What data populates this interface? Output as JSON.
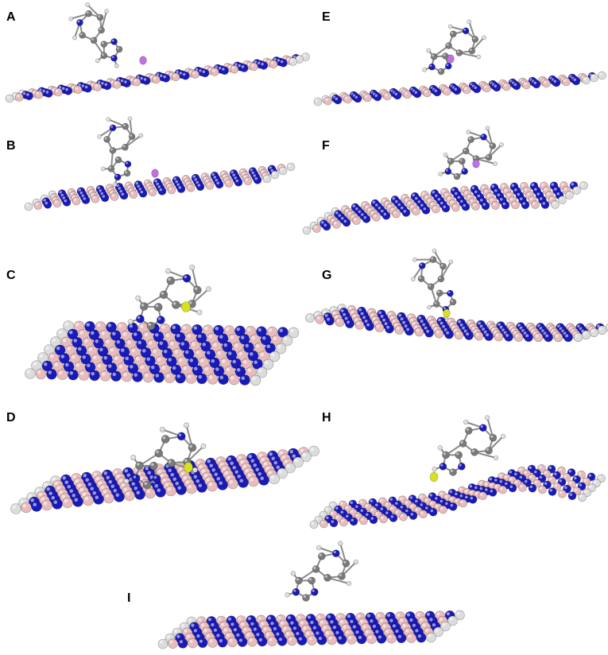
{
  "figure": {
    "panels": [
      {
        "label": "A",
        "adsorbed_ion": "violet-atom"
      },
      {
        "label": "B",
        "adsorbed_ion": "violet-atom"
      },
      {
        "label": "C",
        "adsorbed_ion": "yellow-atom"
      },
      {
        "label": "D",
        "adsorbed_ion": "yellow-atom"
      },
      {
        "label": "E",
        "adsorbed_ion": "violet-atom"
      },
      {
        "label": "F",
        "adsorbed_ion": "violet-atom"
      },
      {
        "label": "G",
        "adsorbed_ion": "yellow-atom"
      },
      {
        "label": "H",
        "adsorbed_ion": "yellow-atom"
      },
      {
        "label": "I",
        "adsorbed_ion": "none"
      }
    ],
    "colors": {
      "nitrogen": "#1a1ab8",
      "boron": "#e8bcbc",
      "carbon": "#7a7a7a",
      "hydrogen": "#dcdcdc",
      "violet_ion": "#c070e0",
      "yellow_ion": "#d8e020"
    }
  }
}
